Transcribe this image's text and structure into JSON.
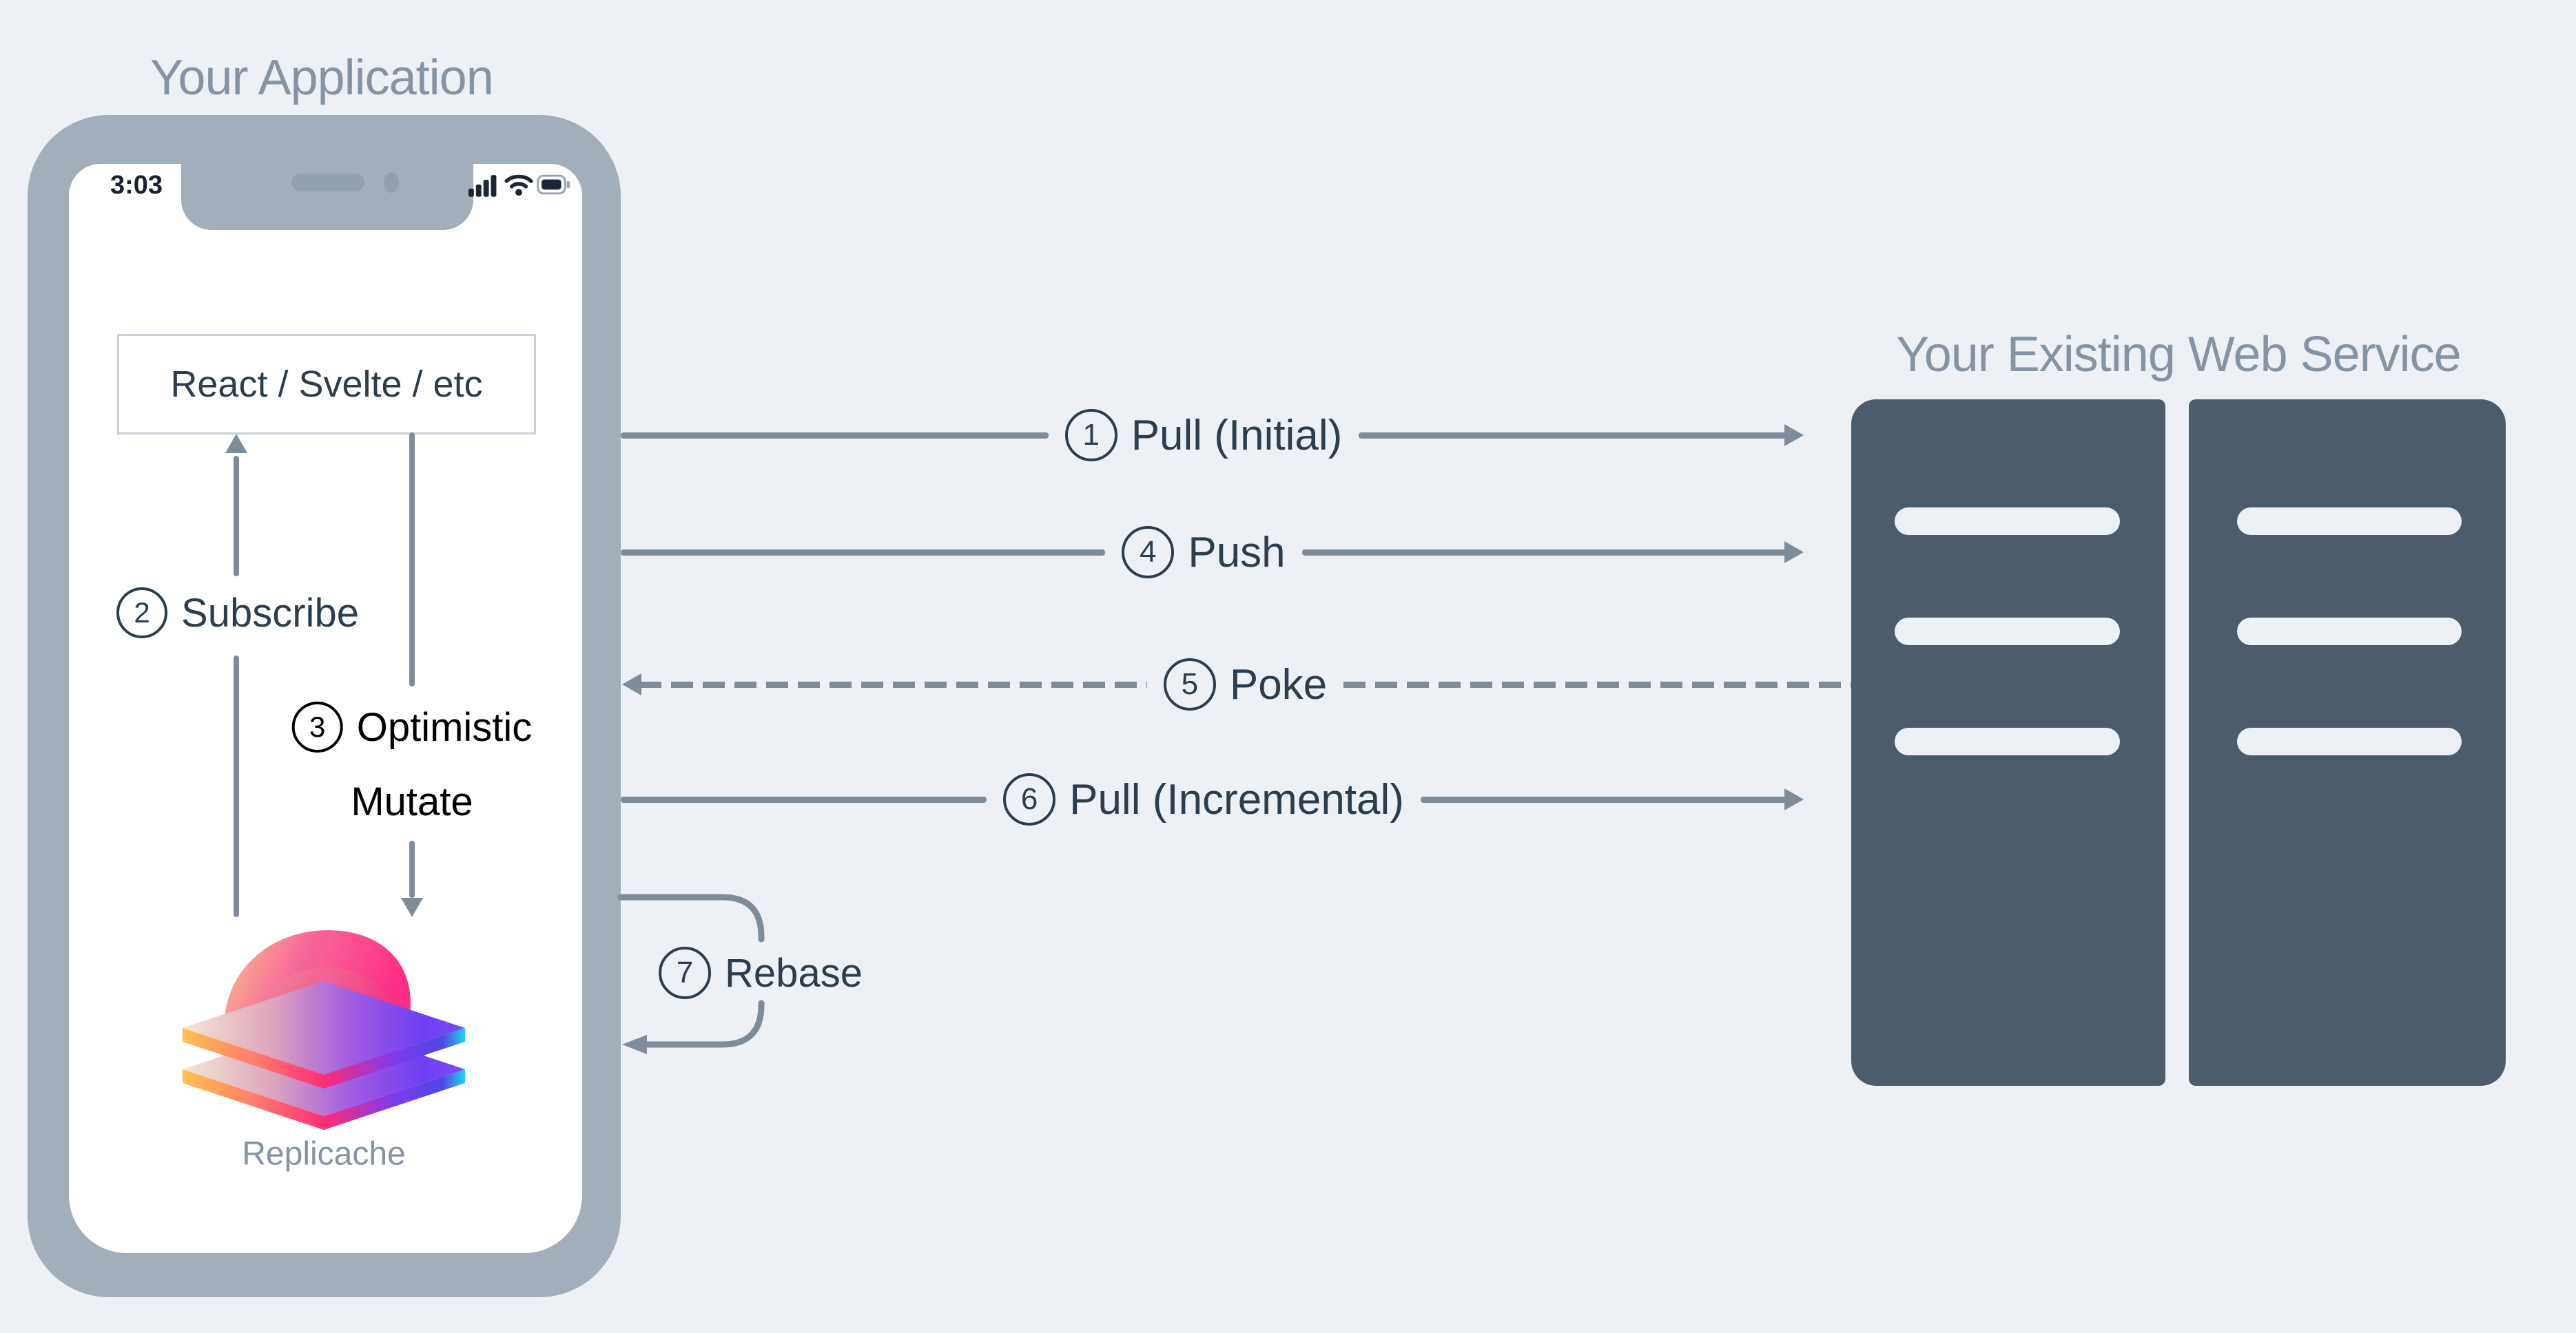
{
  "colors": {
    "bg": "#edf1f5",
    "frame": "#a2aeba",
    "screen": "#ffffff",
    "ink": "#2c3d4e",
    "muted": "#8593a3",
    "line": "#7e8c9a",
    "server": "#4c5c6a",
    "box-border": "#c7d1dc",
    "status": "#17222f",
    "notch-detail": "#93a0af"
  },
  "logo_brand_colors": [
    "#f9c58d",
    "#fd2e85",
    "#ff2d78",
    "#6d3ef2",
    "#4f46e5",
    "#22d3ee"
  ],
  "app": {
    "title": "Your Application",
    "status_time": "3:03",
    "framework_box": "React / Svelte / etc",
    "logo_label": "Replicache",
    "subscribe": {
      "num": "2",
      "label": "Subscribe"
    },
    "mutate": {
      "num": "3",
      "line1": "Optimistic",
      "line2": "Mutate"
    }
  },
  "service": {
    "title": "Your Existing Web Service"
  },
  "flows": [
    {
      "num": "1",
      "label": "Pull (Initial)",
      "direction": "right",
      "style": "solid"
    },
    {
      "num": "4",
      "label": "Push",
      "direction": "right",
      "style": "solid"
    },
    {
      "num": "5",
      "label": "Poke",
      "direction": "left",
      "style": "dashed"
    },
    {
      "num": "6",
      "label": "Pull (Incremental)",
      "direction": "right",
      "style": "solid"
    },
    {
      "num": "7",
      "label": "Rebase",
      "direction": "loop-left",
      "style": "solid"
    }
  ]
}
